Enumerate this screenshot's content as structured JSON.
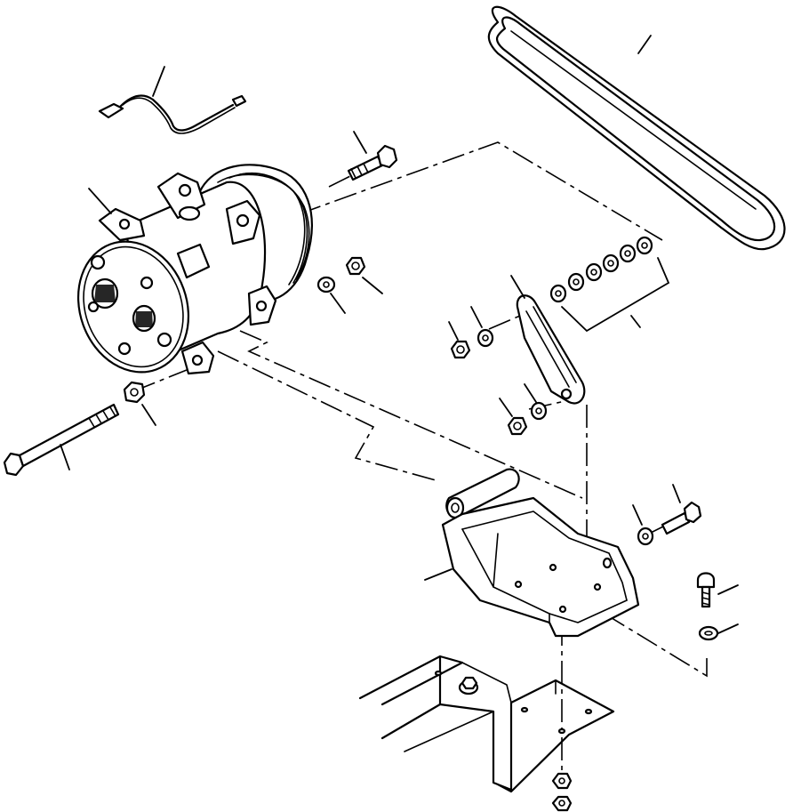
{
  "diagram": {
    "parts": [
      {
        "name": "compressor",
        "icon": "compressor-icon"
      },
      {
        "name": "drive-belt",
        "icon": "belt-icon"
      },
      {
        "name": "wiring-harness",
        "icon": "wire-icon"
      },
      {
        "name": "mounting-bracket",
        "icon": "bracket-icon"
      },
      {
        "name": "adjusting-strap",
        "icon": "strap-icon"
      },
      {
        "name": "frame-bracket",
        "icon": "frame-icon"
      }
    ]
  }
}
